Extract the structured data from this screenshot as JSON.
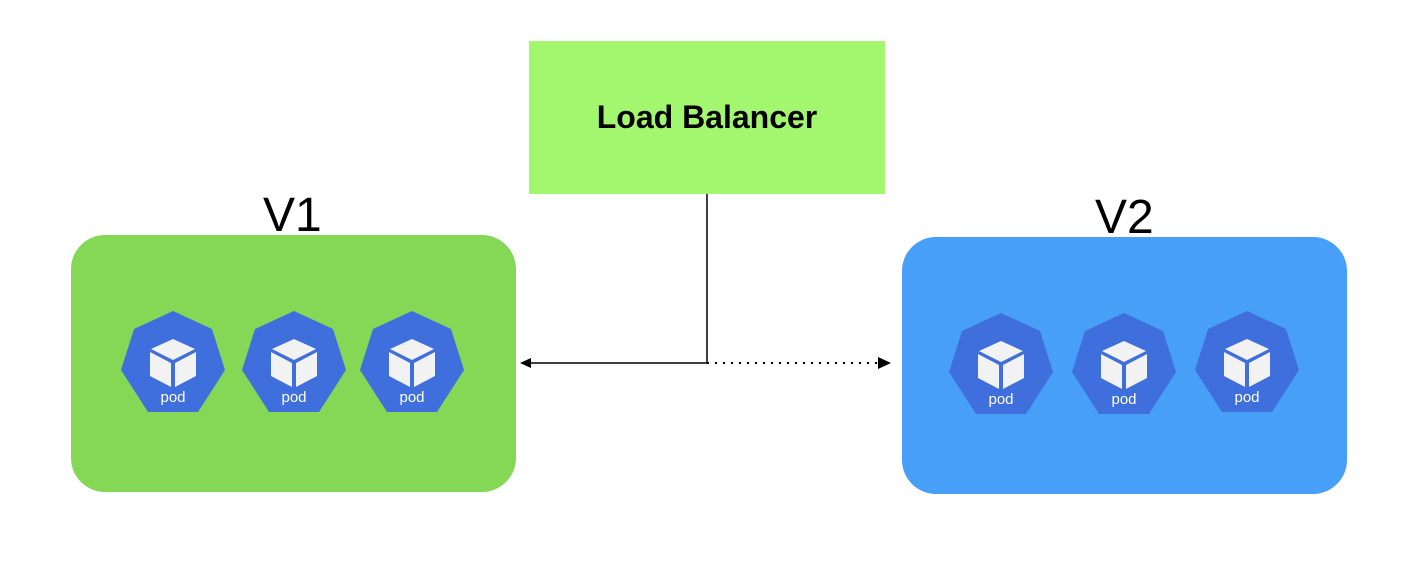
{
  "load_balancer": {
    "label": "Load Balancer",
    "color": "#a3f76e"
  },
  "groups": [
    {
      "title": "V1",
      "color": "#84d856",
      "pods": [
        "pod",
        "pod",
        "pod"
      ],
      "traffic": "active"
    },
    {
      "title": "V2",
      "color": "#489ff7",
      "pods": [
        "pod",
        "pod",
        "pod"
      ],
      "traffic": "inactive"
    }
  ],
  "pod_style": {
    "icon": "kubernetes-pod-icon",
    "heptagon_color": "#3f6fdc",
    "cube_color": "#f2f2f2"
  }
}
